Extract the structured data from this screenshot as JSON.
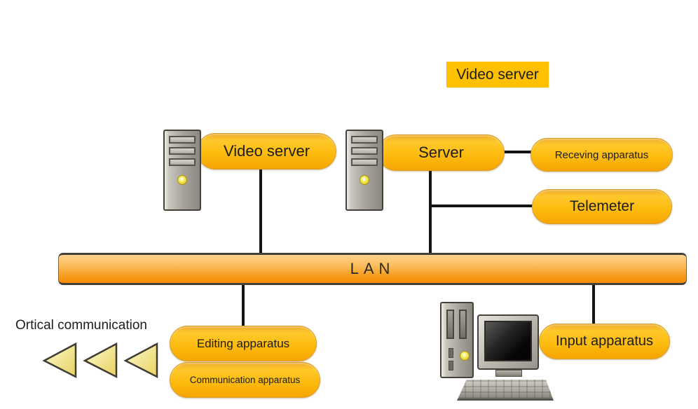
{
  "labels": {
    "top_title": "Video server",
    "lan": "LAN",
    "optical": "Ortical communication"
  },
  "nodes": {
    "video_server": "Video server",
    "server": "Server",
    "receiving": "Receving apparatus",
    "telemeter": "Telemeter",
    "editing": "Editing apparatus",
    "communication": "Communication apparatus",
    "input": "Input apparatus"
  },
  "icons": {
    "left_tower": "server-tower-icon",
    "center_tower": "server-tower-icon",
    "workstation": "desktop-computer-icon",
    "arrows": "optical-arrows-icon"
  },
  "colors": {
    "title_bg": "#ffc000",
    "pill_top": "#ffc82a",
    "pill_bottom": "#f5a402",
    "lan_top": "#fdd28d",
    "lan_bottom": "#f78d05",
    "lan_border": "#454038",
    "connector": "#141414",
    "triangle_light": "#fdfacf",
    "triangle_dark": "#e8d25f",
    "text": "#1c1c1c"
  }
}
